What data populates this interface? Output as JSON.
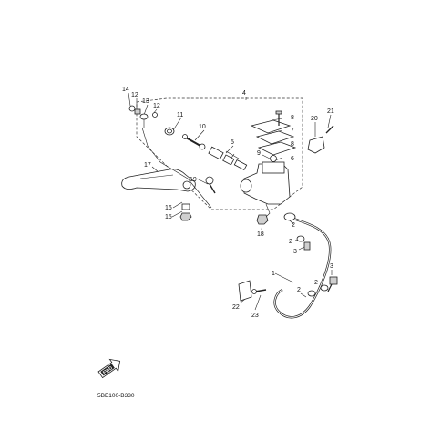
{
  "diagram": {
    "catalog_code": "5BE100-B330",
    "fwd_label": "FWD",
    "callouts": [
      "1",
      "2",
      "2",
      "2",
      "3",
      "3",
      "4",
      "5",
      "6",
      "7",
      "8",
      "8",
      "9",
      "10",
      "11",
      "12",
      "12",
      "13",
      "14",
      "15",
      "16",
      "17",
      "18",
      "19",
      "20",
      "21",
      "22",
      "23"
    ]
  }
}
